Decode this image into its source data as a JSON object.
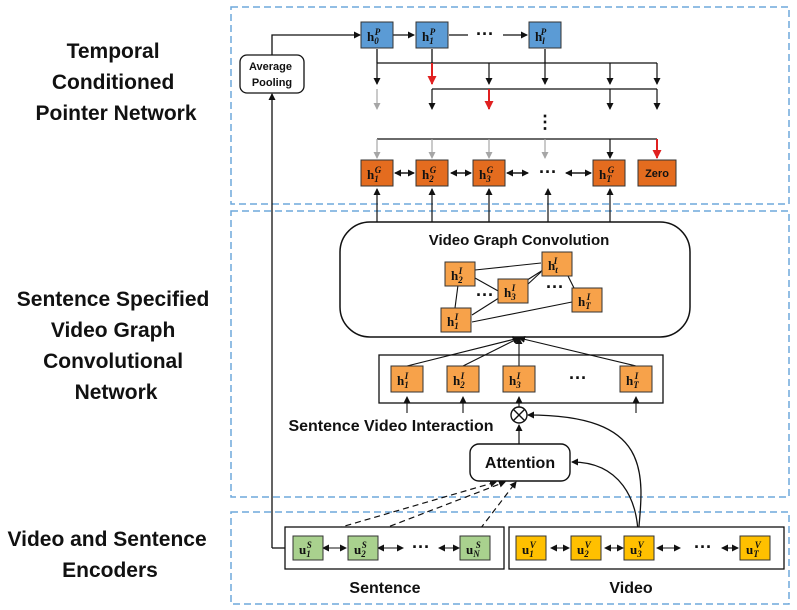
{
  "sections": {
    "top": [
      "Temporal",
      "Conditioned",
      "Pointer Network"
    ],
    "middle": [
      "Sentence Specified",
      "Video Graph",
      "Convolutional",
      "Network"
    ],
    "bottom": [
      "Video and Sentence",
      "Encoders"
    ]
  },
  "labels": {
    "average_pooling": [
      "Average",
      "Pooling"
    ],
    "video_graph_convolution": "Video Graph Convolution",
    "sentence_video_interaction": "Sentence Video Interaction",
    "attention": "Attention",
    "sentence": "Sentence",
    "video": "Video",
    "zero": "Zero",
    "ellipsis": "···",
    "vdots": "⋮",
    "otimes": "⊗"
  },
  "nodes": {
    "pointer": [
      {
        "base": "h",
        "sub": "0",
        "sup": "P"
      },
      {
        "base": "h",
        "sub": "1",
        "sup": "P"
      },
      {
        "base": "h",
        "sub": "l",
        "sup": "P"
      }
    ],
    "graph_out": [
      {
        "base": "h",
        "sub": "1",
        "sup": "G"
      },
      {
        "base": "h",
        "sub": "2",
        "sup": "G"
      },
      {
        "base": "h",
        "sub": "3",
        "sup": "G"
      },
      {
        "base": "h",
        "sub": "T",
        "sup": "G"
      }
    ],
    "graph_inner": [
      {
        "base": "h",
        "sub": "2",
        "sup": "I"
      },
      {
        "base": "h",
        "sub": "t",
        "sup": "I"
      },
      {
        "base": "h",
        "sub": "3",
        "sup": "I"
      },
      {
        "base": "h",
        "sub": "T",
        "sup": "I"
      },
      {
        "base": "h",
        "sub": "1",
        "sup": "I"
      }
    ],
    "interaction": [
      {
        "base": "h",
        "sub": "1",
        "sup": "I"
      },
      {
        "base": "h",
        "sub": "2",
        "sup": "I"
      },
      {
        "base": "h",
        "sub": "3",
        "sup": "I"
      },
      {
        "base": "h",
        "sub": "T",
        "sup": "I"
      }
    ],
    "sentence": [
      {
        "base": "u",
        "sub": "1",
        "sup": "S"
      },
      {
        "base": "u",
        "sub": "2",
        "sup": "S"
      },
      {
        "base": "u",
        "sub": "N",
        "sup": "S"
      }
    ],
    "video": [
      {
        "base": "u",
        "sub": "1",
        "sup": "V"
      },
      {
        "base": "u",
        "sub": "2",
        "sup": "V"
      },
      {
        "base": "u",
        "sub": "3",
        "sup": "V"
      },
      {
        "base": "u",
        "sub": "T",
        "sup": "V"
      }
    ]
  },
  "colors": {
    "blue_node": "#5b9bd5",
    "orange_node": "#e46c1f",
    "light_orange_node": "#f7a24a",
    "green_node": "#a9d18e",
    "yellow_node": "#ffc000",
    "dashed_frame": "#6fa8dc",
    "red_arrow": "#e02020",
    "gray_arrow": "#a6a6a6"
  }
}
